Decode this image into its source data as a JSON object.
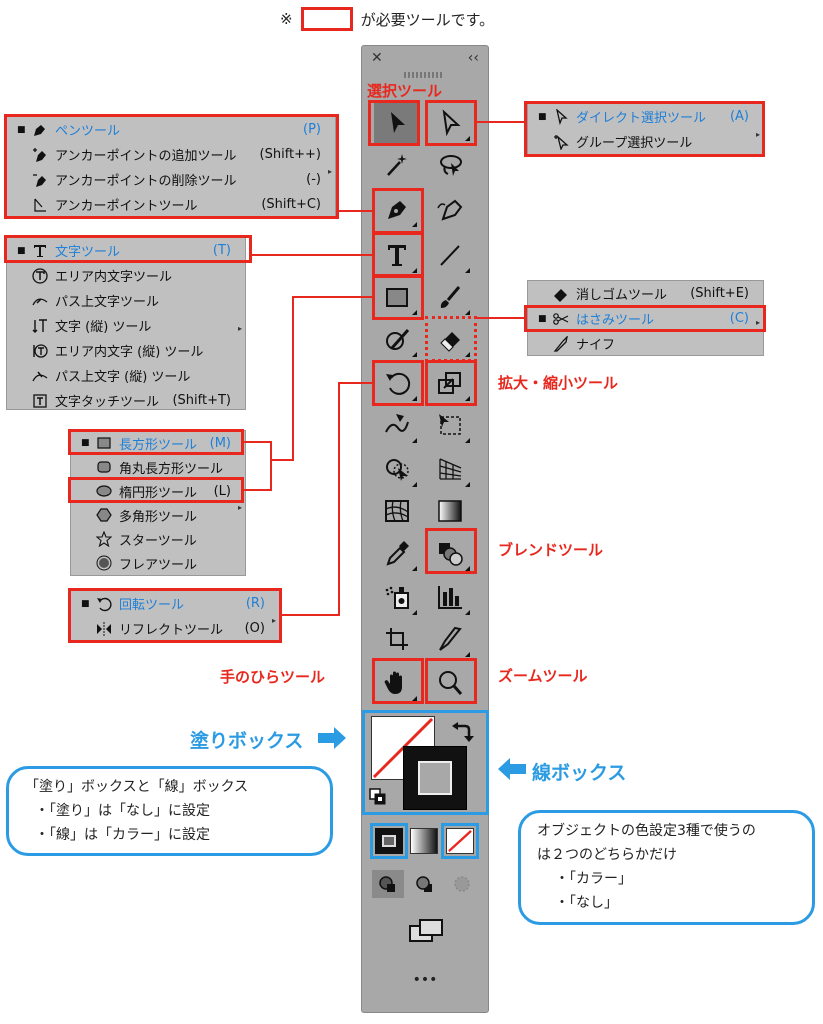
{
  "legend": {
    "prefix": "※",
    "suffix": "が必要ツールです。"
  },
  "panel": {
    "close": "✕",
    "collapse": "‹‹"
  },
  "labels": {
    "select": "選択ツール",
    "scale": "拡大・縮小ツール",
    "blend": "ブレンドツール",
    "hand": "手のひらツール",
    "zoom": "ズームツール",
    "fill_box": "塗りボックス",
    "stroke_box": "線ボックス"
  },
  "menus": {
    "direct": [
      {
        "label": "ダイレクト選択ツール",
        "key": "(A)",
        "active": true
      },
      {
        "label": "グループ選択ツール",
        "key": ""
      }
    ],
    "pen": [
      {
        "label": "ペンツール",
        "key": "(P)",
        "active": true
      },
      {
        "label": "アンカーポイントの追加ツール",
        "key": "(Shift++)"
      },
      {
        "label": "アンカーポイントの削除ツール",
        "key": "(-)"
      },
      {
        "label": "アンカーポイントツール",
        "key": "(Shift+C)"
      }
    ],
    "type": [
      {
        "label": "文字ツール",
        "key": "(T)",
        "active": true
      },
      {
        "label": "エリア内文字ツール",
        "key": ""
      },
      {
        "label": "パス上文字ツール",
        "key": ""
      },
      {
        "label": "文字 (縦) ツール",
        "key": ""
      },
      {
        "label": "エリア内文字 (縦) ツール",
        "key": ""
      },
      {
        "label": "パス上文字 (縦) ツール",
        "key": ""
      },
      {
        "label": "文字タッチツール",
        "key": "(Shift+T)"
      }
    ],
    "eraser": [
      {
        "label": "消しゴムツール",
        "key": "(Shift+E)"
      },
      {
        "label": "はさみツール",
        "key": "(C)",
        "active": true
      },
      {
        "label": "ナイフ",
        "key": ""
      }
    ],
    "shape": [
      {
        "label": "長方形ツール",
        "key": "(M)",
        "active": true
      },
      {
        "label": "角丸長方形ツール",
        "key": ""
      },
      {
        "label": "楕円形ツール",
        "key": "(L)"
      },
      {
        "label": "多角形ツール",
        "key": ""
      },
      {
        "label": "スターツール",
        "key": ""
      },
      {
        "label": "フレアツール",
        "key": ""
      }
    ],
    "rotate": [
      {
        "label": "回転ツール",
        "key": "(R)",
        "active": true
      },
      {
        "label": "リフレクトツール",
        "key": "(O)"
      }
    ]
  },
  "notes": {
    "fill_stroke": [
      "「塗り」ボックスと「線」ボックス",
      "・「塗り」は「なし」に設定",
      "・「線」は「カラー」に設定"
    ],
    "color_modes": [
      "オブジェクトの色設定3種で使うの",
      "は２つのどちらかだけ",
      "・「カラー」",
      "・「なし」"
    ]
  },
  "colors": {
    "accent_red": "#e8281e",
    "accent_blue": "#2b9be3",
    "active_text": "#1e7fd8",
    "panel": "#a8a8a8"
  },
  "more": "•••"
}
